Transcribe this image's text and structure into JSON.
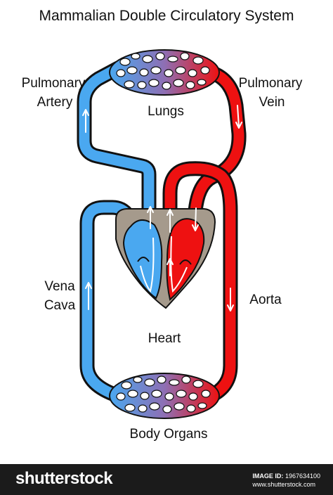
{
  "title": "Mammalian Double Circulatory System",
  "labels": {
    "pulmonary_artery_1": "Pulmonary",
    "pulmonary_artery_2": "Artery",
    "pulmonary_vein_1": "Pulmonary",
    "pulmonary_vein_2": "Vein",
    "lungs": "Lungs",
    "vena_cava_1": "Vena",
    "vena_cava_2": "Cava",
    "aorta": "Aorta",
    "heart": "Heart",
    "body_organs": "Body Organs"
  },
  "colors": {
    "deoxygenated": "#4aa8f0",
    "oxygenated": "#ee1111",
    "heart_tissue": "#a59a8c",
    "outline": "#111111"
  },
  "footer": {
    "brand": "shutterstock",
    "image_id_label": "IMAGE ID:",
    "image_id": "1967634100",
    "site": "www.shutterstock.com"
  }
}
